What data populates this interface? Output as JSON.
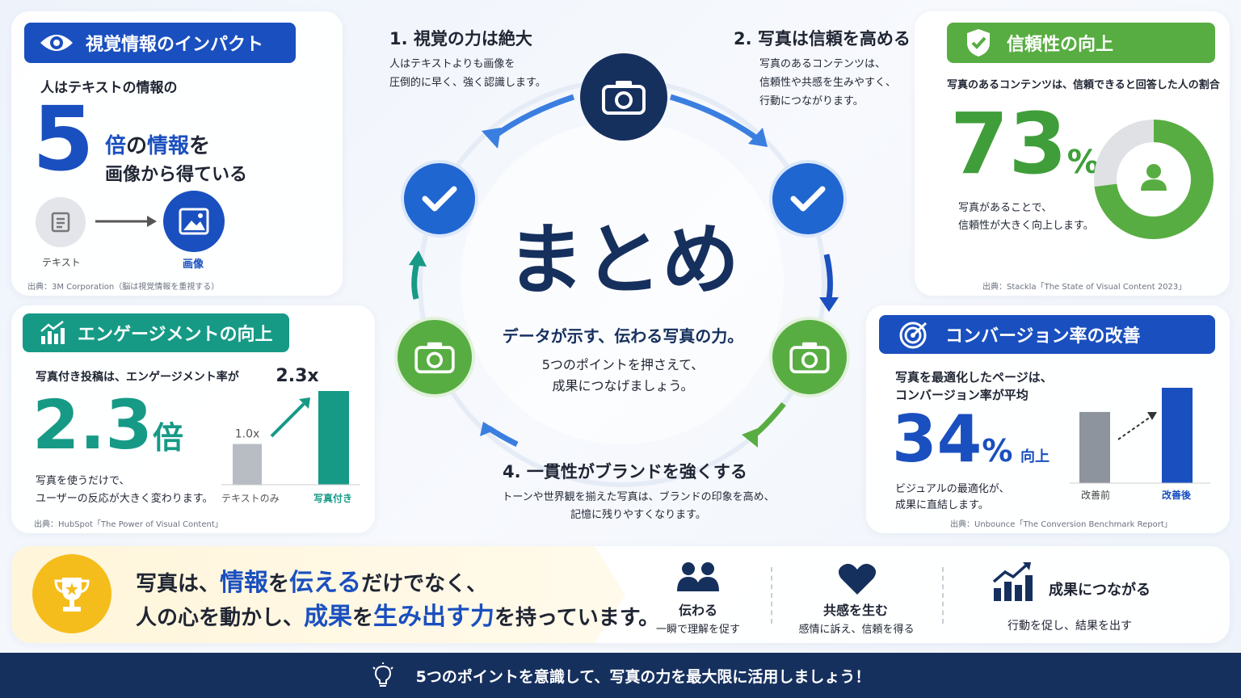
{
  "visual": {
    "title": "視覚情報のインパクト",
    "lead": "人はテキストの情報の",
    "big_number": "5",
    "line1_a": "倍",
    "line1_b": "の",
    "line1_c": "情報",
    "line1_d": "を",
    "line2": "画像から得ている",
    "text_label": "テキスト",
    "image_label": "画像",
    "source": "出典：3M Corporation（脳は視覚情報を重視する）"
  },
  "trust": {
    "title": "信頼性の向上",
    "lead": "写真のあるコンテンツは、信頼できると回答した人の割合",
    "big_number": "73",
    "unit": "%",
    "desc1": "写真があることで、",
    "desc2": "信頼性が大きく向上します。",
    "percent_value": 73,
    "source": "出典：Stackla「The State of Visual Content 2023」"
  },
  "engagement": {
    "title": "エンゲージメントの向上",
    "lead": "写真付き投稿は、エンゲージメント率が",
    "big_number": "2.3",
    "unit": "倍",
    "desc1": "写真を使うだけで、",
    "desc2": "ユーザーの反応が大きく変わります。",
    "bar1_label": "1.0x",
    "bar2_label": "2.3x",
    "bar1_value": 1.0,
    "bar2_value": 2.3,
    "cat1": "テキストのみ",
    "cat2": "写真付き",
    "source": "出典：HubSpot「The Power of Visual Content」"
  },
  "conversion": {
    "title": "コンバージョン率の改善",
    "lead1": "写真を最適化したページは、",
    "lead2": "コンバージョン率が平均",
    "big_number": "34",
    "unit": "%",
    "up": "向上",
    "desc1": "ビジュアルの最適化が、",
    "desc2": "成果に直結します。",
    "before_value": 100,
    "after_value": 134,
    "cat1": "改善前",
    "cat2": "改善後",
    "source": "出典：Unbounce「The Conversion Benchmark Report」"
  },
  "center": {
    "title": "まとめ",
    "tagline": "データが示す、伝わる写真の力。",
    "sub1": "5つのポイントを押さえて、",
    "sub2": "成果につなげましょう。",
    "p1_title": "1. 視覚の力は絶大",
    "p1_d1": "人はテキストよりも画像を",
    "p1_d2": "圧倒的に早く、強く認識します。",
    "p2_title": "2. 写真は信頼を高める",
    "p2_d1": "写真のあるコンテンツは、",
    "p2_d2": "信頼性や共感を生みやすく、",
    "p2_d3": "行動につながります。",
    "p4_title": "4. 一貫性がブランドを強くする",
    "p4_d1": "トーンや世界観を揃えた写真は、ブランドの印象を高め、",
    "p4_d2": "記憶に残りやすくなります。"
  },
  "banner": {
    "l1_a": "写真は、",
    "l1_b": "情報",
    "l1_c": "を",
    "l1_d": "伝える",
    "l1_e": "だけでなく、",
    "l2_a": "人の心を動かし、",
    "l2_b": "成果",
    "l2_c": "を",
    "l2_d": "生み出す力",
    "l2_e": "を持っています。",
    "f1_title": "伝わる",
    "f1_desc": "一瞬で理解を促す",
    "f2_title": "共感を生む",
    "f2_desc": "感情に訴え、信頼を得る",
    "f3_title": "成果につながる",
    "f3_desc": "行動を促し、結果を出す"
  },
  "footer": {
    "text": "5つのポイントを意識して、写真の力を最大限に活用しましょう！"
  },
  "colors": {
    "navy": "#16305e",
    "blue": "#1a4fbf",
    "green": "#58ad42",
    "teal": "#169a86",
    "gold": "#f5bd1c"
  }
}
